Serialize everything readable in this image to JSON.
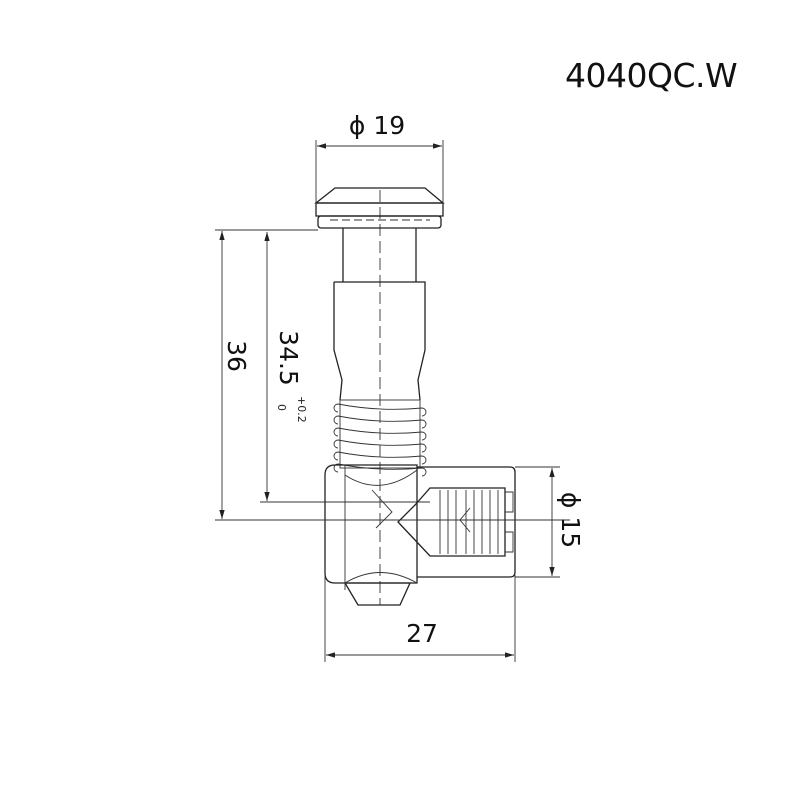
{
  "title": "4040QC.W",
  "dimensions": {
    "head_diameter": "ϕ 19",
    "overall_height": "36",
    "working_height": "34.5",
    "tolerance_upper": "+0.2",
    "tolerance_lower": "0",
    "barrel_diameter": "ϕ 15",
    "body_width": "27"
  }
}
